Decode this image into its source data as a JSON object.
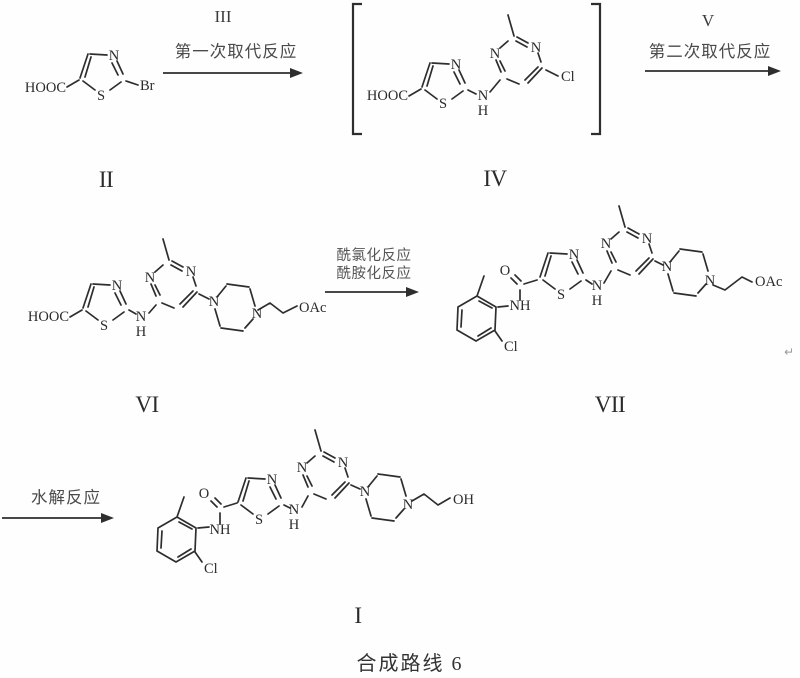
{
  "scheme": {
    "caption": "合成路线 6",
    "return_mark": "↵",
    "compounds": {
      "II": "II",
      "IV": "IV",
      "VI": "VI",
      "VII": "VII",
      "I": "I"
    },
    "steps": {
      "s1_reagent": "III",
      "s1_reaction": "第一次取代反应",
      "s2_reagent": "V",
      "s2_reaction": "第二次取代反应",
      "s3_reaction1": "酰氯化反应",
      "s3_reaction2": "酰胺化反应",
      "s4_reaction": "水解反应"
    },
    "atoms": {
      "hooc": "HOOC",
      "br": "Br",
      "n": "N",
      "s": "S",
      "h": "H",
      "nh": "NH",
      "cl": "Cl",
      "o": "O",
      "oac": "OAc",
      "oh": "OH"
    }
  }
}
